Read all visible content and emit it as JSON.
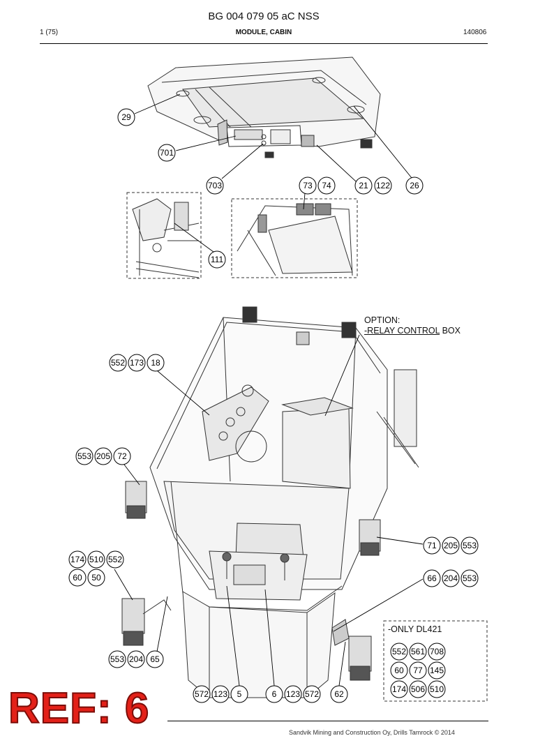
{
  "header": {
    "document_code": "BG 004 079 05 aC NSS",
    "page": "1 (75)",
    "section": "MODULE, CABIN",
    "date": "140806"
  },
  "notes": {
    "option_line1": "OPTION:",
    "option_line2_underlined": "-RELAY CONTROL",
    "option_line2_rest": " BOX",
    "only_dl421": "-ONLY DL421"
  },
  "balloons": {
    "29": "29",
    "701": "701",
    "703": "703",
    "73": "73",
    "74": "74",
    "21": "21",
    "122": "122",
    "26": "26",
    "111": "111",
    "552": "552",
    "173": "173",
    "18": "18",
    "553": "553",
    "205": "205",
    "72": "72",
    "174": "174",
    "510": "510",
    "60": "60",
    "50": "50",
    "71": "71",
    "66": "66",
    "204": "204",
    "65": "65",
    "561": "561",
    "708": "708",
    "77": "77",
    "145": "145",
    "506": "506",
    "572": "572",
    "123": "123",
    "5": "5",
    "6": "6",
    "62": "62"
  },
  "stamp": {
    "ref": "REF: 6"
  },
  "footer": {
    "copyright": "Sandvik Mining and Construction Oy, Drills Tamrock © 2014"
  }
}
